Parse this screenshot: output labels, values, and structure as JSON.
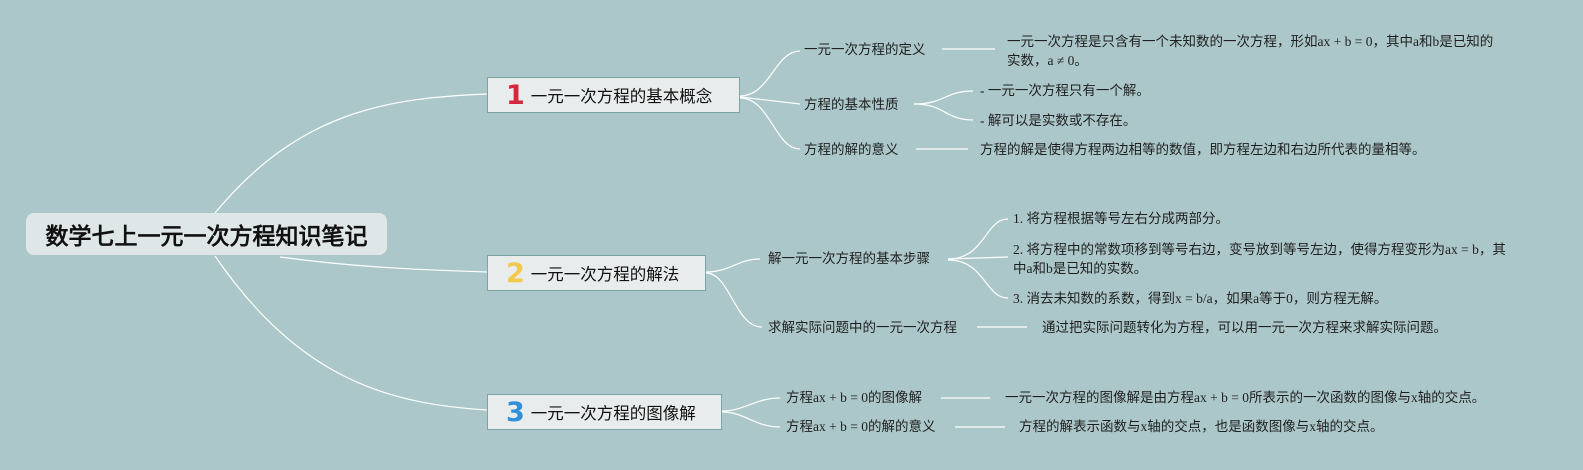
{
  "colors": {
    "background": "#abc7c9",
    "line": "#ffffff",
    "num1": "#d7263d",
    "num2": "#f2c94c",
    "num3": "#2f8fd8"
  },
  "root": {
    "title": "数学七上一元一次方程知识笔记"
  },
  "branches": [
    {
      "number": "1",
      "title": "一元一次方程的基本概念",
      "children": [
        {
          "label": "一元一次方程的定义",
          "details": [
            "一元一次方程是只含有一个未知数的一次方程，形如ax + b = 0，其中a和b是已知的实数，a ≠ 0。"
          ]
        },
        {
          "label": "方程的基本性质",
          "details": [
            "- 一元一次方程只有一个解。",
            "- 解可以是实数或不存在。"
          ]
        },
        {
          "label": "方程的解的意义",
          "details": [
            "方程的解是使得方程两边相等的数值，即方程左边和右边所代表的量相等。"
          ]
        }
      ]
    },
    {
      "number": "2",
      "title": "一元一次方程的解法",
      "children": [
        {
          "label": "解一元一次方程的基本步骤",
          "details": [
            "1. 将方程根据等号左右分成两部分。",
            "2. 将方程中的常数项移到等号右边，变号放到等号左边，使得方程变形为ax = b，其中a和b是已知的实数。",
            "3. 消去未知数的系数，得到x = b/a，如果a等于0，则方程无解。"
          ]
        },
        {
          "label": "求解实际问题中的一元一次方程",
          "details": [
            "通过把实际问题转化为方程，可以用一元一次方程来求解实际问题。"
          ]
        }
      ]
    },
    {
      "number": "3",
      "title": "一元一次方程的图像解",
      "children": [
        {
          "label": "方程ax + b = 0的图像解",
          "details": [
            "一元一次方程的图像解是由方程ax + b = 0所表示的一次函数的图像与x轴的交点。"
          ]
        },
        {
          "label": "方程ax + b = 0的解的意义",
          "details": [
            "方程的解表示函数与x轴的交点，也是函数图像与x轴的交点。"
          ]
        }
      ]
    }
  ]
}
